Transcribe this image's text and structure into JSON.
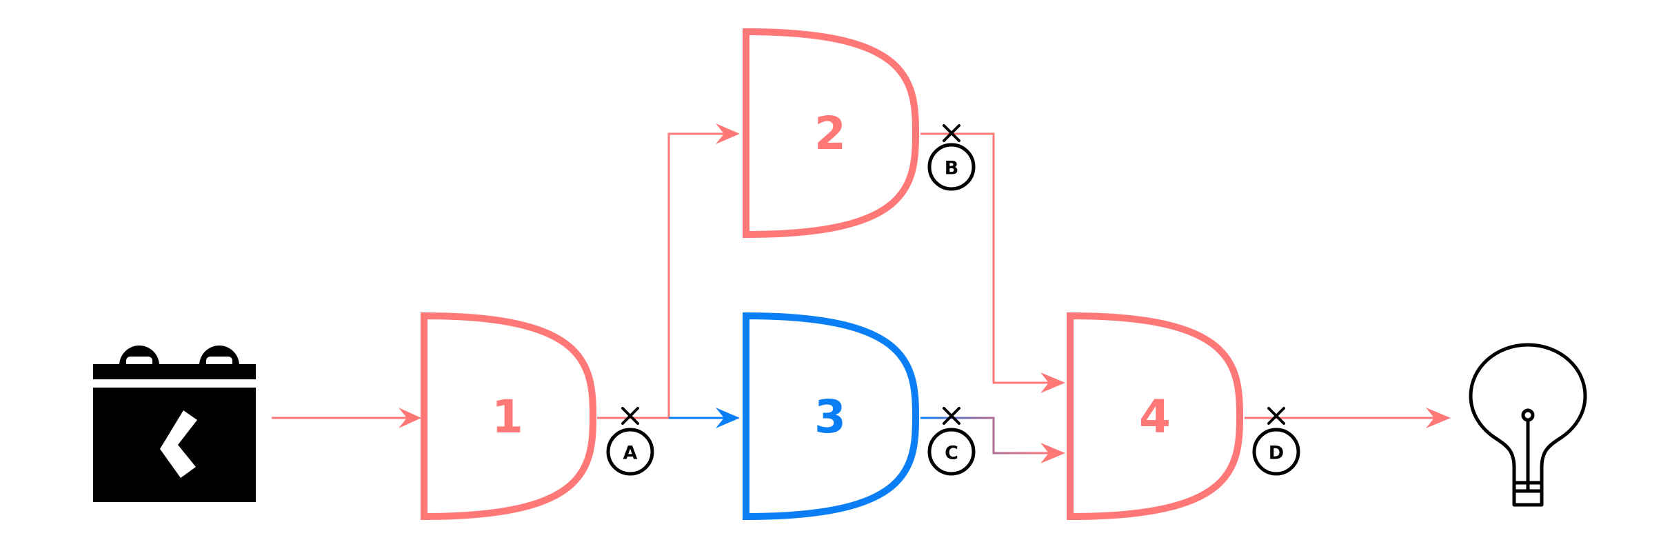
{
  "colors": {
    "active": "#ff7878",
    "blue": "#0a7ff5",
    "mixed": "#9b6a9e",
    "ink": "#000000",
    "background": "#ffffff"
  },
  "icons": {
    "power_source": "battery-icon",
    "output": "light-bulb-icon",
    "probe": "x-mark-icon"
  },
  "gates": [
    {
      "id": "1",
      "label": "1",
      "color": "active"
    },
    {
      "id": "2",
      "label": "2",
      "color": "active"
    },
    {
      "id": "3",
      "label": "3",
      "color": "blue"
    },
    {
      "id": "4",
      "label": "4",
      "color": "active"
    }
  ],
  "nodes": [
    {
      "id": "A",
      "label": "A"
    },
    {
      "id": "B",
      "label": "B"
    },
    {
      "id": "C",
      "label": "C"
    },
    {
      "id": "D",
      "label": "D"
    }
  ]
}
